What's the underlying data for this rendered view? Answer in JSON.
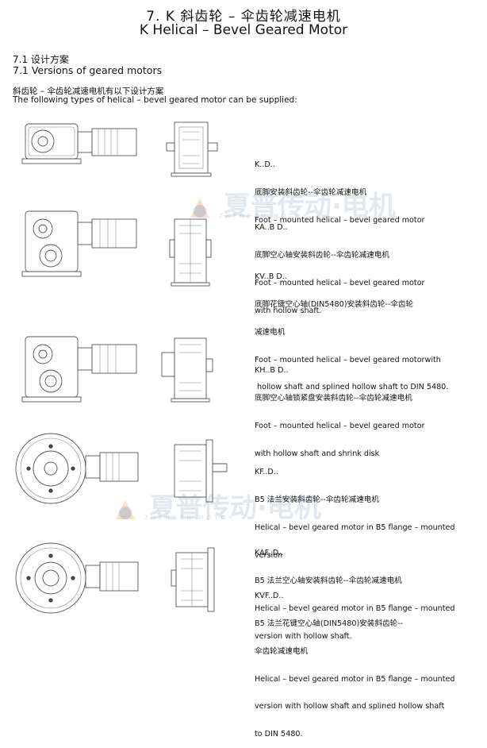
{
  "heading": {
    "title_zh": "7. K 斜齿轮 – 伞齿轮减速电机",
    "title_en": "K Helical – Bevel Geared Motor"
  },
  "section": {
    "number_zh": "7.1 设计方案",
    "number_en": "7.1 Versions of geared motors"
  },
  "intro": {
    "zh": "斜齿轮 – 伞齿轮减速电机有以下设计方案",
    "en": "The following types of helical – bevel geared motor can be supplied:"
  },
  "versions": [
    {
      "code": "K..D..",
      "lines": [
        "底脚安装斜齿轮--伞齿轮减速电机",
        "Foot – mounted helical – bevel geared motor"
      ]
    },
    {
      "code": "KA..B D..",
      "lines": [
        "底脚空心轴安装斜齿轮--伞齿轮减速电机",
        "Foot – mounted helical – bevel geared motor",
        "with hollow shaft."
      ]
    },
    {
      "code": "KV..B D..",
      "lines": [
        "底脚花键空心轴(DIN5480)安装斜齿轮--伞齿轮",
        "减速电机",
        "Foot – mounted helical – bevel geared motorwith",
        " hollow shaft and splined hollow shaft to DIN 5480."
      ]
    },
    {
      "code": "KH..B D..",
      "lines": [
        "底脚空心轴锁紧盘安装斜齿轮--伞齿轮减速电机",
        "Foot – mounted helical – bevel geared motor",
        "with hollow shaft and shrink disk"
      ]
    },
    {
      "code": "KF..D..",
      "lines": [
        "B5 法兰安装斜齿轮--伞齿轮减速电机",
        "Helical – bevel geared motor in B5 flange – mounted",
        "version"
      ]
    },
    {
      "code": "KAF..D..",
      "lines": [
        "B5 法兰空心轴安装斜齿轮--伞齿轮减速电机",
        "Helical – bevel geared motor in B5 flange – mounted",
        "version with hollow shaft."
      ]
    },
    {
      "code": "KVF..D..",
      "lines": [
        "B5 法兰花键空心轴(DIN5480)安装斜齿轮--",
        "伞齿轮减速电机",
        "Helical – bevel geared motor in B5 flange – mounted",
        "version with hollow shaft and splined hollow shaft",
        "to DIN 5480."
      ]
    }
  ],
  "watermark": {
    "text": "夏普传动·电机",
    "sub": "ZHENGPU MOTOR"
  }
}
